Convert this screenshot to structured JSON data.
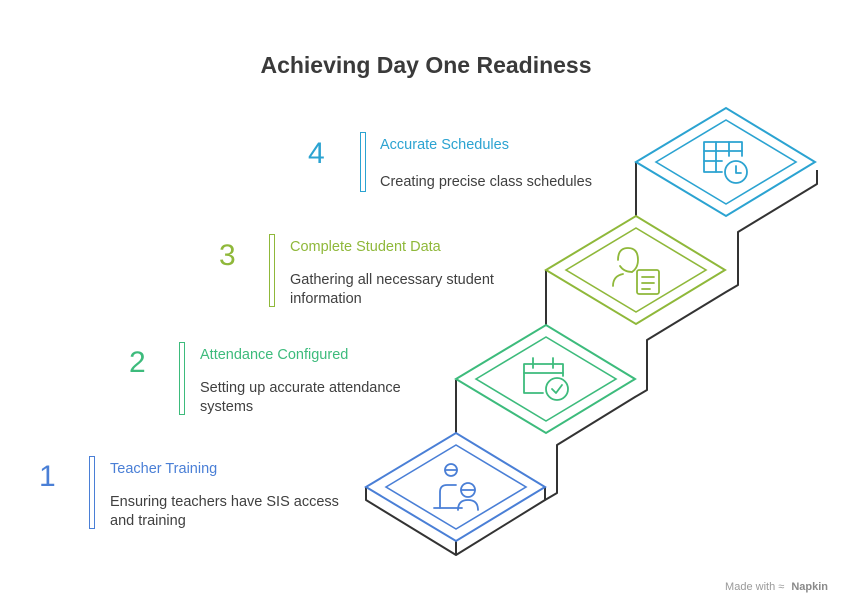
{
  "title": "Achieving Day One Readiness",
  "steps": [
    {
      "number": "1",
      "label": "Teacher Training",
      "description": "Ensuring teachers have SIS access and training",
      "color": "#4a7fd6",
      "icon": "teacher-icon"
    },
    {
      "number": "2",
      "label": "Attendance Configured",
      "description": "Setting up accurate attendance systems",
      "color": "#3dbb7c",
      "icon": "calendar-check-icon"
    },
    {
      "number": "3",
      "label": "Complete Student Data",
      "description": "Gathering all necessary student information",
      "color": "#8fb83a",
      "icon": "student-document-icon"
    },
    {
      "number": "4",
      "label": "Accurate Schedules",
      "description": "Creating precise class schedules",
      "color": "#2ba3d1",
      "icon": "schedule-clock-icon"
    }
  ],
  "footer": {
    "made_with": "Made with",
    "brand": "Napkin"
  }
}
